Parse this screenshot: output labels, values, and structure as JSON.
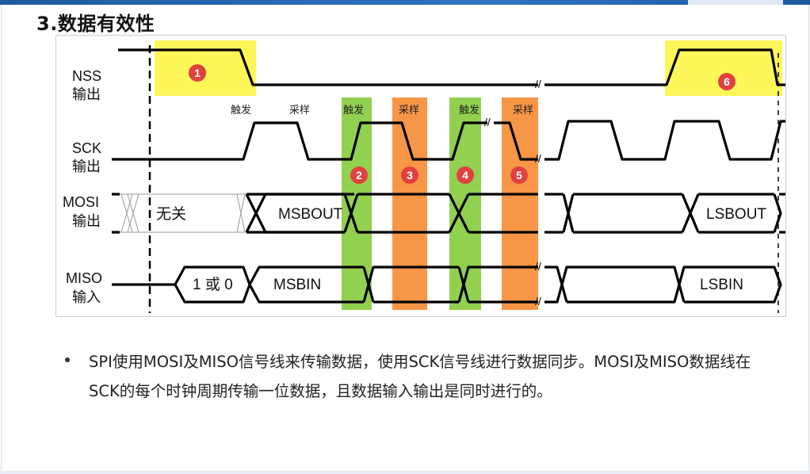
{
  "page": {
    "title": "3.数据有效性",
    "accent_color": "#2a6cb5"
  },
  "diagram": {
    "signals": [
      {
        "name": "NSS",
        "sub": "输出"
      },
      {
        "name": "SCK",
        "sub": "输出"
      },
      {
        "name": "MOSI",
        "sub": "输出"
      },
      {
        "name": "MISO",
        "sub": "输入"
      }
    ],
    "edge_labels": [
      "触发",
      "采样",
      "触发",
      "采样",
      "触发",
      "采样"
    ],
    "markers": [
      "1",
      "2",
      "3",
      "4",
      "5",
      "6"
    ],
    "mosi_segments": [
      "无关",
      "MSBOUT",
      "LSBOUT"
    ],
    "miso_segments": [
      "1 或 0",
      "MSBIN",
      "LSBIN"
    ],
    "colors": {
      "highlight_yellow": "#fdf75a",
      "trigger_green": "#92d050",
      "sample_orange": "#f79646",
      "marker_red": "#e0413e"
    }
  },
  "bullets": [
    "SPI使用MOSI及MISO信号线来传输数据，使用SCK信号线进行数据同步。MOSI及MISO数据线在SCK的每个时钟周期传输一位数据，且数据输入输出是同时进行的。"
  ]
}
